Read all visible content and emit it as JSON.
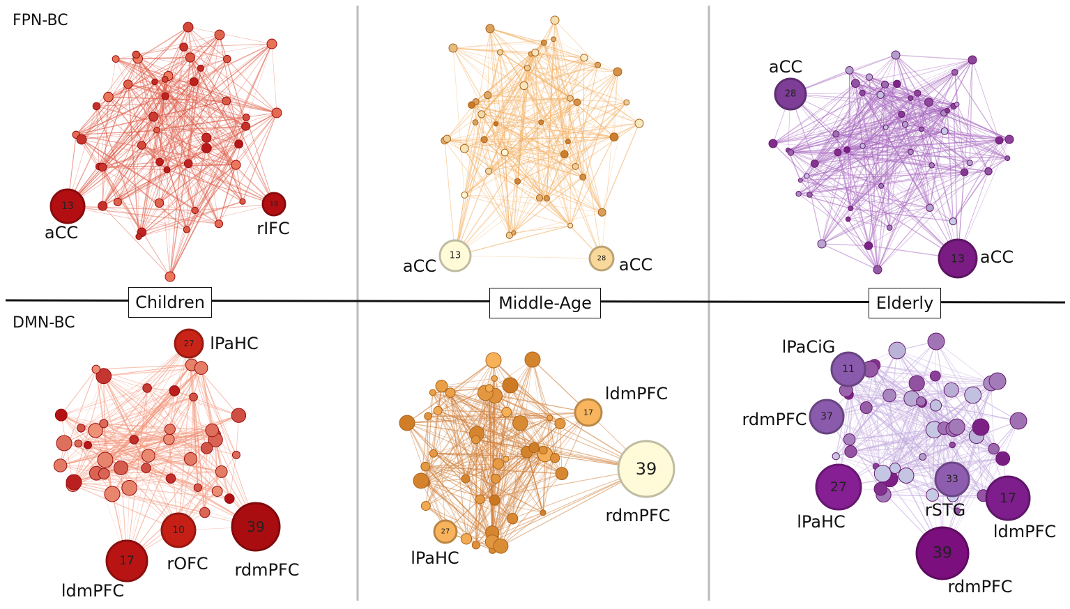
{
  "rows": [
    {
      "id": "fpn",
      "label": "FPN-BC"
    },
    {
      "id": "dmn",
      "label": "DMN-BC"
    }
  ],
  "groups": [
    {
      "id": "children",
      "label": "Children"
    },
    {
      "id": "middle",
      "label": "Middle-Age"
    },
    {
      "id": "elderly",
      "label": "Elderly"
    }
  ],
  "colors": {
    "children_dark": "#b30f12",
    "children_edge": "#d9442c",
    "children_light": "#f08060",
    "middle_dark": "#c8741e",
    "middle_edge": "#f0a34a",
    "middle_light": "#fffbd8",
    "elderly_dark": "#7a1c83",
    "elderly_edge": "#9a52b5",
    "elderly_light": "#c8d0e8",
    "divider": "#bbbbbb"
  },
  "hubs": {
    "fpn_children": [
      {
        "num": "13",
        "region": "aCC"
      },
      {
        "num": "18",
        "region": "rIFC"
      }
    ],
    "fpn_middle": [
      {
        "num": "13",
        "region": "aCC"
      },
      {
        "num": "28",
        "region": "aCC"
      }
    ],
    "fpn_elderly": [
      {
        "num": "28",
        "region": "aCC"
      },
      {
        "num": "13",
        "region": "aCC"
      }
    ],
    "dmn_children": [
      {
        "num": "27",
        "region": "lPaHC"
      },
      {
        "num": "10",
        "region": "rOFC"
      },
      {
        "num": "17",
        "region": "ldmPFC"
      },
      {
        "num": "39",
        "region": "rdmPFC"
      }
    ],
    "dmn_middle": [
      {
        "num": "17",
        "region": "ldmPFC"
      },
      {
        "num": "39",
        "region": "rdmPFC"
      },
      {
        "num": "27",
        "region": "lPaHC"
      }
    ],
    "dmn_elderly": [
      {
        "num": "11",
        "region": "lPaCiG"
      },
      {
        "num": "37",
        "region": "rdmPFC"
      },
      {
        "num": "27",
        "region": "lPaHC"
      },
      {
        "num": "33",
        "region": "rSTG"
      },
      {
        "num": "17",
        "region": "ldmPFC"
      },
      {
        "num": "39",
        "region": "rdmPFC"
      }
    ]
  }
}
